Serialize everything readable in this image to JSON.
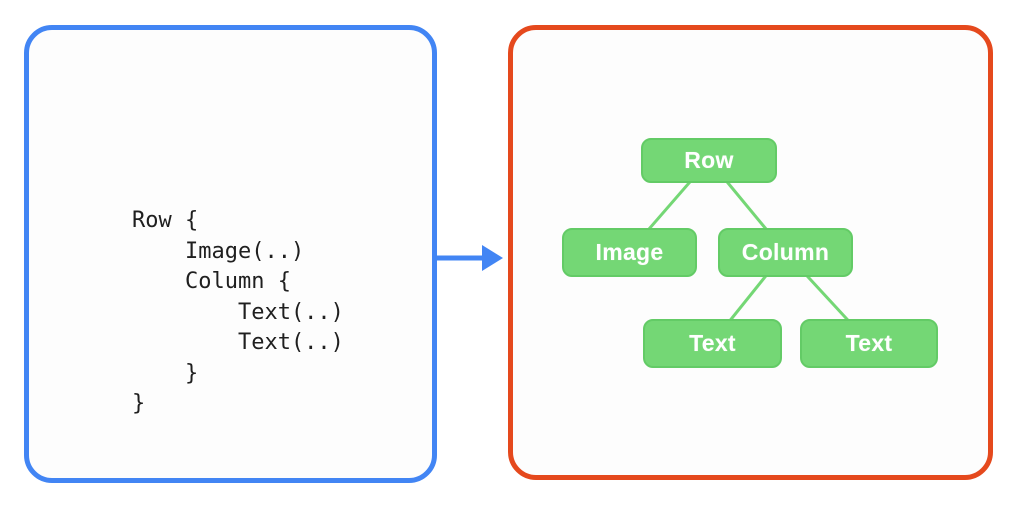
{
  "left_panel": {
    "description": "code-snippet",
    "code_lines": [
      "Row {",
      "    Image(..)",
      "    Column {",
      "        Text(..)",
      "        Text(..)",
      "    }",
      "}"
    ]
  },
  "arrow": {
    "direction": "right"
  },
  "tree": {
    "nodes": [
      {
        "id": "row",
        "label": "Row"
      },
      {
        "id": "image",
        "label": "Image"
      },
      {
        "id": "column",
        "label": "Column"
      },
      {
        "id": "text-1",
        "label": "Text"
      },
      {
        "id": "text-2",
        "label": "Text"
      }
    ],
    "edges": [
      {
        "from": "row",
        "to": "image"
      },
      {
        "from": "row",
        "to": "column"
      },
      {
        "from": "column",
        "to": "text-1"
      },
      {
        "from": "column",
        "to": "text-2"
      }
    ]
  },
  "colors": {
    "code_panel_border": "#4285f4",
    "arrow": "#4285f4",
    "tree_panel_border": "#e5491d",
    "node_fill": "#74d775",
    "node_border": "#63cb66",
    "edge_line": "#74d775",
    "node_text": "#ffffff",
    "code_text": "#1f1f1f",
    "background": "#ffffff"
  }
}
